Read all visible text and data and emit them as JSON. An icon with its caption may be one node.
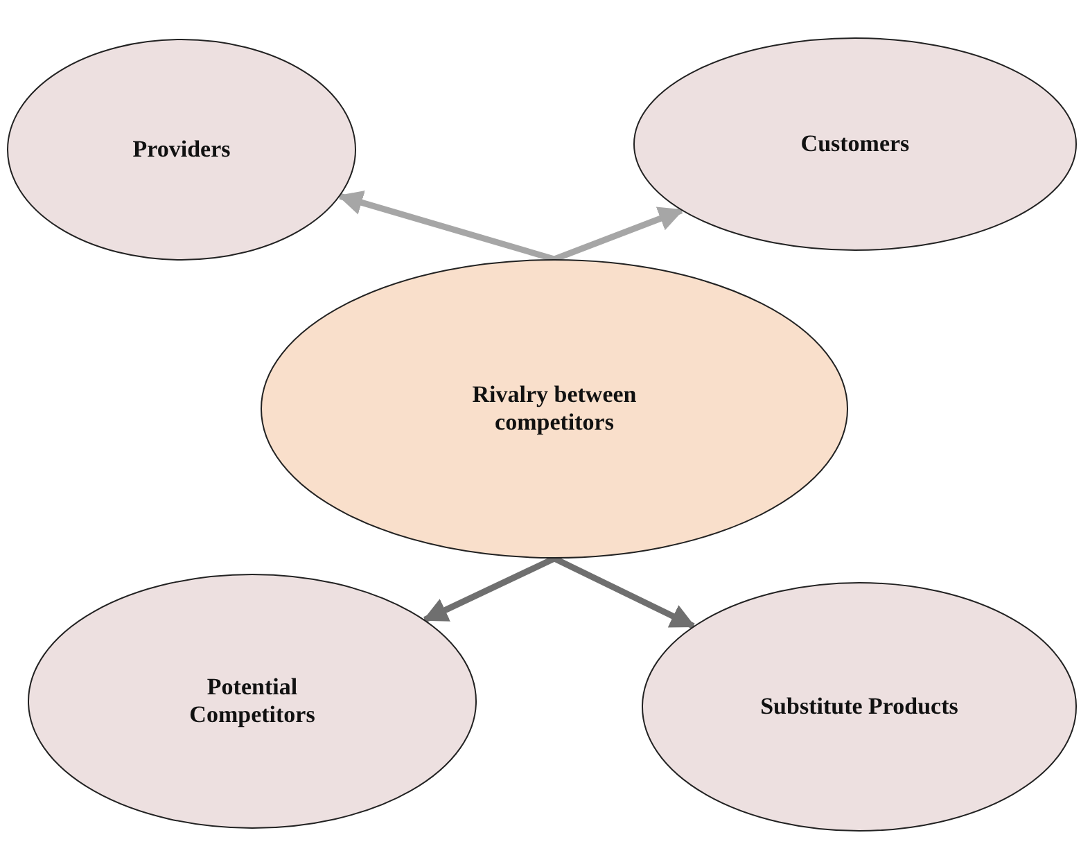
{
  "diagram": {
    "nodes": [
      {
        "text": [
          "Providers"
        ]
      },
      {
        "text": [
          "Customers"
        ]
      },
      {
        "text": [
          "Rivalry between competitors"
        ]
      },
      {
        "text": [
          "Potential Competitors"
        ]
      },
      {
        "text": [
          "Substitute Products"
        ]
      }
    ],
    "edges": [
      {
        "from": 2,
        "to": 0,
        "arrow": "to",
        "color": "#a6a6a6"
      },
      {
        "from": 2,
        "to": 1,
        "arrow": "to",
        "color": "#a6a6a6"
      },
      {
        "from": 2,
        "to": 3,
        "arrow": "to"
      },
      {
        "from": 2,
        "to": 4,
        "arrow": "to"
      }
    ]
  }
}
